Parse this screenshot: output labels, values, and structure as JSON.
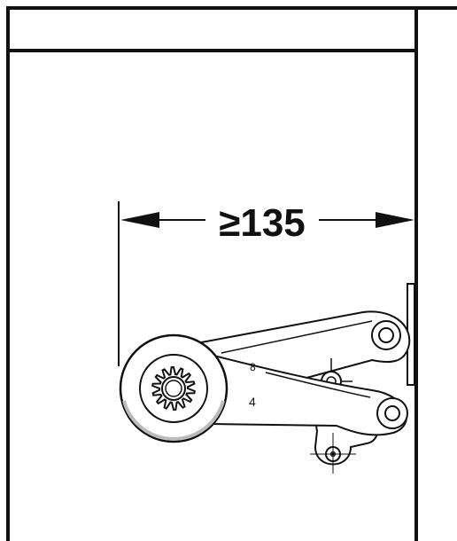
{
  "dimension": {
    "label": "≥135"
  },
  "arm_marks": {
    "upper": "8",
    "lower": "4"
  },
  "colors": {
    "line": "#111111",
    "fill": "#ffffff",
    "shade": "#e6e6e6"
  }
}
